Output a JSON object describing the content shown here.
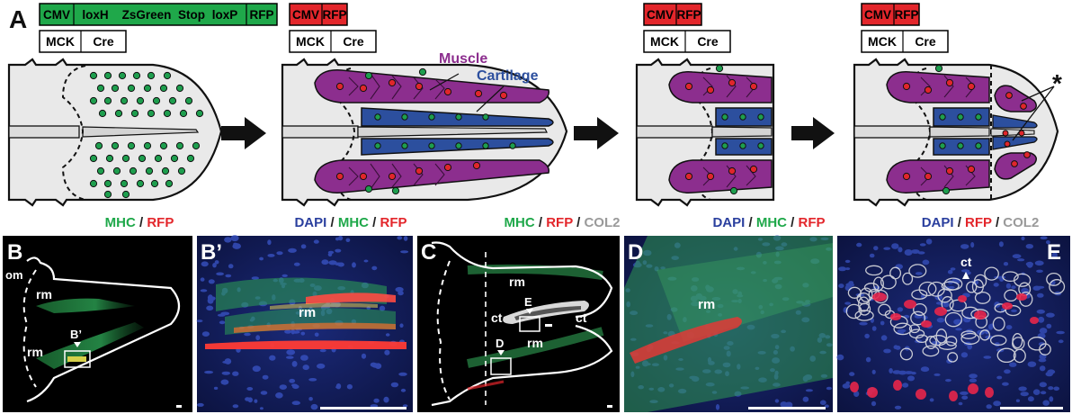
{
  "panel_a": {
    "letter": "A",
    "construct_full": [
      "CMV",
      "loxH",
      "ZsGreen",
      "Stop",
      "loxP",
      "RFP"
    ],
    "construct_recombined": [
      "CMV",
      "RFP"
    ],
    "driver": [
      "MCK",
      "Cre"
    ],
    "labels": {
      "muscle": "Muscle",
      "cartilage": "Cartilage",
      "asterisk": "*"
    }
  },
  "panels": [
    {
      "letter": "B",
      "channels": [
        {
          "text": "MHC",
          "color": "#1fa84a"
        },
        {
          "text": " / ",
          "color": "#222222"
        },
        {
          "text": "RFP",
          "color": "#e3262b"
        }
      ],
      "labels": [
        "om",
        "rm",
        "rm",
        "B’"
      ]
    },
    {
      "letter": "B’",
      "channels": [
        {
          "text": "DAPI",
          "color": "#2a3f9e"
        },
        {
          "text": " / ",
          "color": "#222222"
        },
        {
          "text": "MHC",
          "color": "#1fa84a"
        },
        {
          "text": " / ",
          "color": "#222222"
        },
        {
          "text": "RFP",
          "color": "#e3262b"
        }
      ],
      "labels": [
        "rm"
      ]
    },
    {
      "letter": "C",
      "channels": [
        {
          "text": "MHC",
          "color": "#1fa84a"
        },
        {
          "text": " / ",
          "color": "#222222"
        },
        {
          "text": "RFP",
          "color": "#e3262b"
        },
        {
          "text": " / ",
          "color": "#222222"
        },
        {
          "text": "COL2",
          "color": "#9a9a9a"
        }
      ],
      "labels": [
        "rm",
        "E",
        "ct",
        "ct",
        "rm",
        "D"
      ]
    },
    {
      "letter": "D",
      "channels": [
        {
          "text": "DAPI",
          "color": "#2a3f9e"
        },
        {
          "text": " / ",
          "color": "#222222"
        },
        {
          "text": "MHC",
          "color": "#1fa84a"
        },
        {
          "text": " / ",
          "color": "#222222"
        },
        {
          "text": "RFP",
          "color": "#e3262b"
        }
      ],
      "labels": [
        "rm"
      ]
    },
    {
      "letter": "E",
      "channels": [
        {
          "text": "DAPI",
          "color": "#2a3f9e"
        },
        {
          "text": " / ",
          "color": "#222222"
        },
        {
          "text": "RFP",
          "color": "#e3262b"
        },
        {
          "text": " / ",
          "color": "#222222"
        },
        {
          "text": "COL2",
          "color": "#9a9a9a"
        }
      ],
      "labels": [
        "ct"
      ]
    }
  ],
  "colors": {
    "construct_green": "#1fa84a",
    "construct_red": "#e3262b",
    "muscle": "#8c2e8e",
    "cartilage": "#2c4f9e",
    "cell_green": "#1e9e4e",
    "cell_red": "#e0262b",
    "tissue": "#e9e9e9",
    "arrow": "#111111"
  }
}
